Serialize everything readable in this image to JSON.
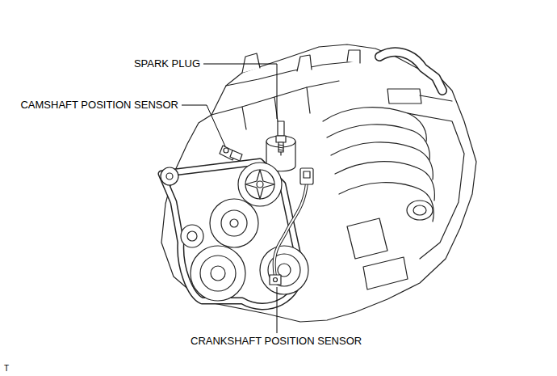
{
  "diagram": {
    "labels": [
      "SPARK PLUG",
      "CAMSHAFT POSITION SENSOR",
      "CRANKSHAFT POSITION SENSOR",
      "T"
    ]
  }
}
